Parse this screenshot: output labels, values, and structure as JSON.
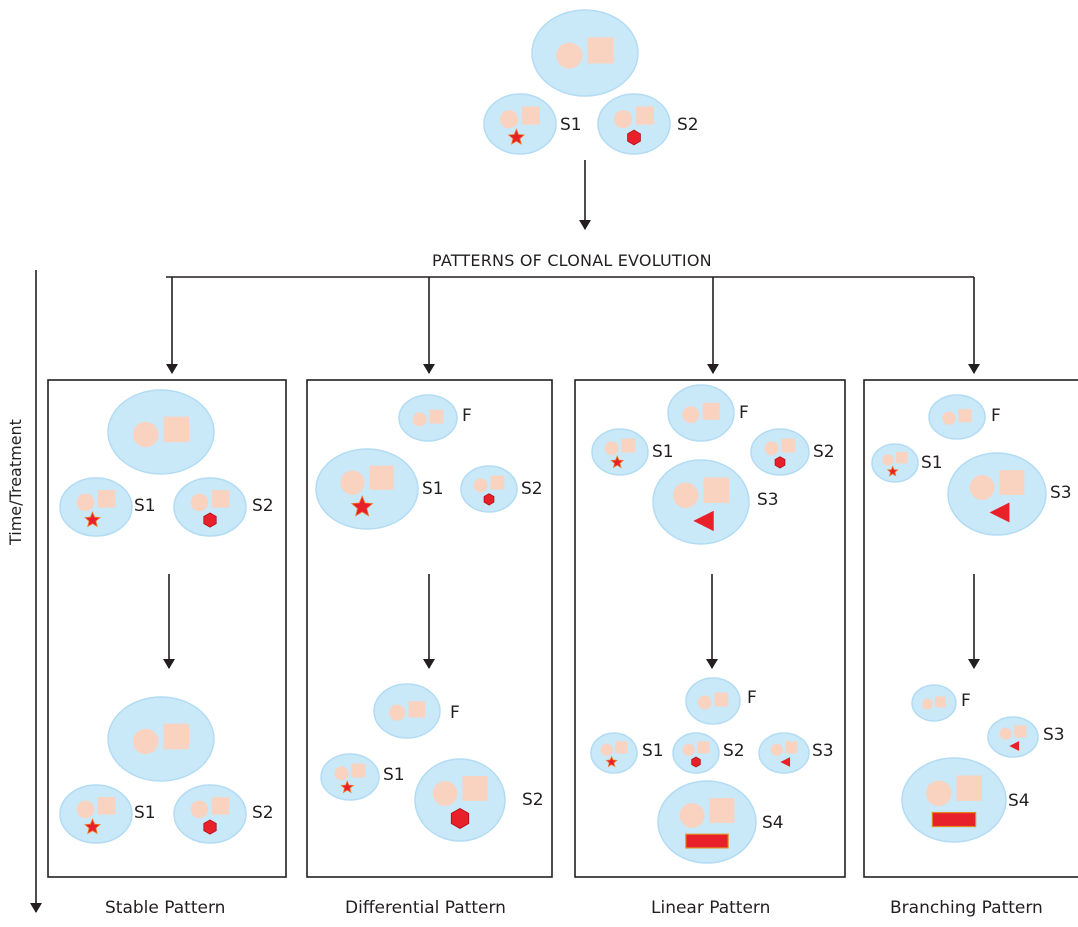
{
  "title": "PATTERNS OF CLONAL EVOLUTION",
  "axis_label": "Time/Treatment",
  "colors": {
    "cell": "#c9e8f8",
    "cell_stroke": "#b3dcf4",
    "nucleus": "#f9d3c0",
    "mutation": "#e8202a",
    "line": "#231f20"
  },
  "top": {
    "labels": [
      "S1",
      "S2"
    ]
  },
  "panels": [
    {
      "name": "Stable Pattern",
      "before": [
        "S1",
        "S2"
      ],
      "after": [
        "S1",
        "S2"
      ]
    },
    {
      "name": "Differential Pattern",
      "before": [
        "F",
        "S1",
        "S2"
      ],
      "after": [
        "F",
        "S1",
        "S2"
      ]
    },
    {
      "name": "Linear Pattern",
      "before": [
        "F",
        "S1",
        "S2",
        "S3"
      ],
      "after": [
        "F",
        "S1",
        "S2",
        "S3",
        "S4"
      ]
    },
    {
      "name": "Branching Pattern",
      "before": [
        "F",
        "S1",
        "S3"
      ],
      "after": [
        "F",
        "S3",
        "S4"
      ]
    }
  ],
  "icons": {
    "mutation_shapes": [
      "star-icon",
      "hexagon-icon",
      "triangle-icon",
      "rectangle-icon"
    ]
  }
}
